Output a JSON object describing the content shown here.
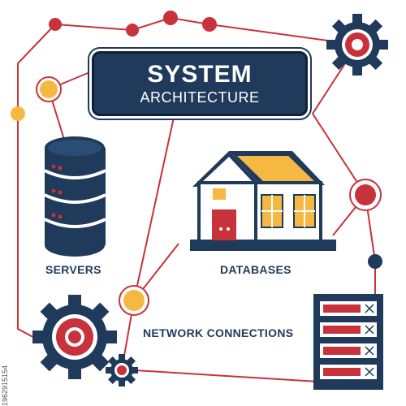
{
  "title": {
    "main": "SYSTEM",
    "sub": "ARCHITECTURE"
  },
  "labels": {
    "servers": "SERVERS",
    "databases": "DATABASES",
    "network": "NETWORK CONNECTIONS"
  },
  "watermark": "1962915154",
  "colors": {
    "navy": "#1f3a5a",
    "red": "#c8323a",
    "yellow": "#f5b942",
    "line": "#c8323a",
    "white": "#ffffff"
  },
  "icons": [
    "gear-icon",
    "server-stack-icon",
    "house-icon",
    "server-rack-icon",
    "network-node-icon"
  ]
}
